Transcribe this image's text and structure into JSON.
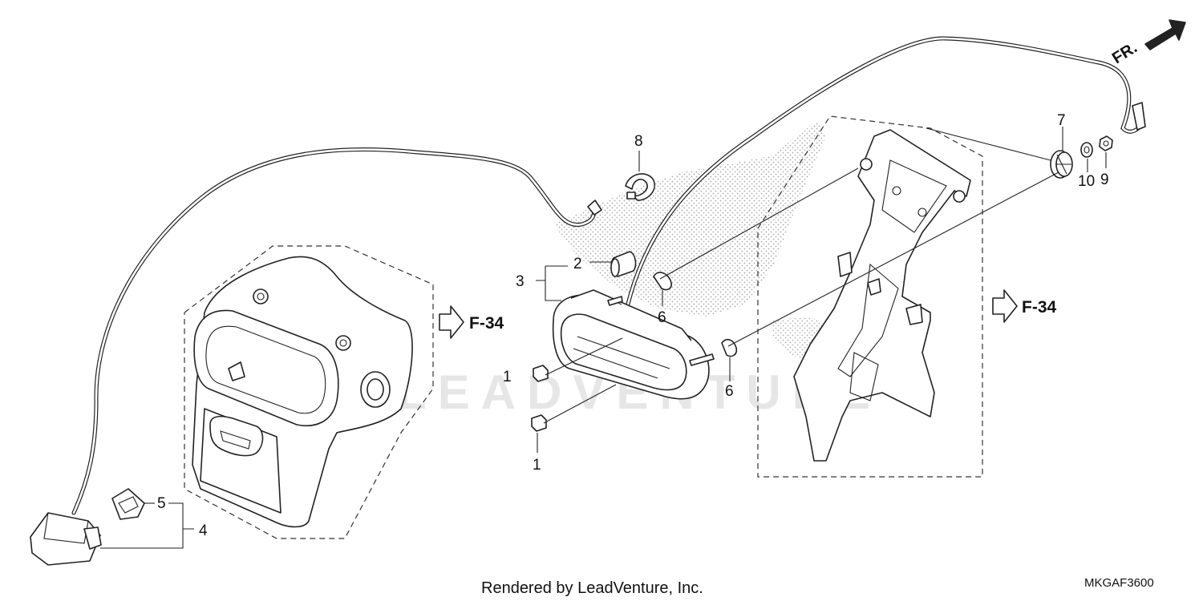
{
  "callouts": {
    "c1a": "1",
    "c1b": "1",
    "c2": "2",
    "c3": "3",
    "c4": "4",
    "c5": "5",
    "c6a": "6",
    "c6b": "6",
    "c7": "7",
    "c8": "8",
    "c9": "9",
    "c10": "10"
  },
  "references": {
    "left": "F-34",
    "right": "F-34"
  },
  "direction": {
    "label": "FR."
  },
  "watermark": "LEADVENTURE",
  "footer": {
    "credit": "Rendered by LeadVenture, Inc.",
    "diagram_code": "MKGAF3600"
  }
}
